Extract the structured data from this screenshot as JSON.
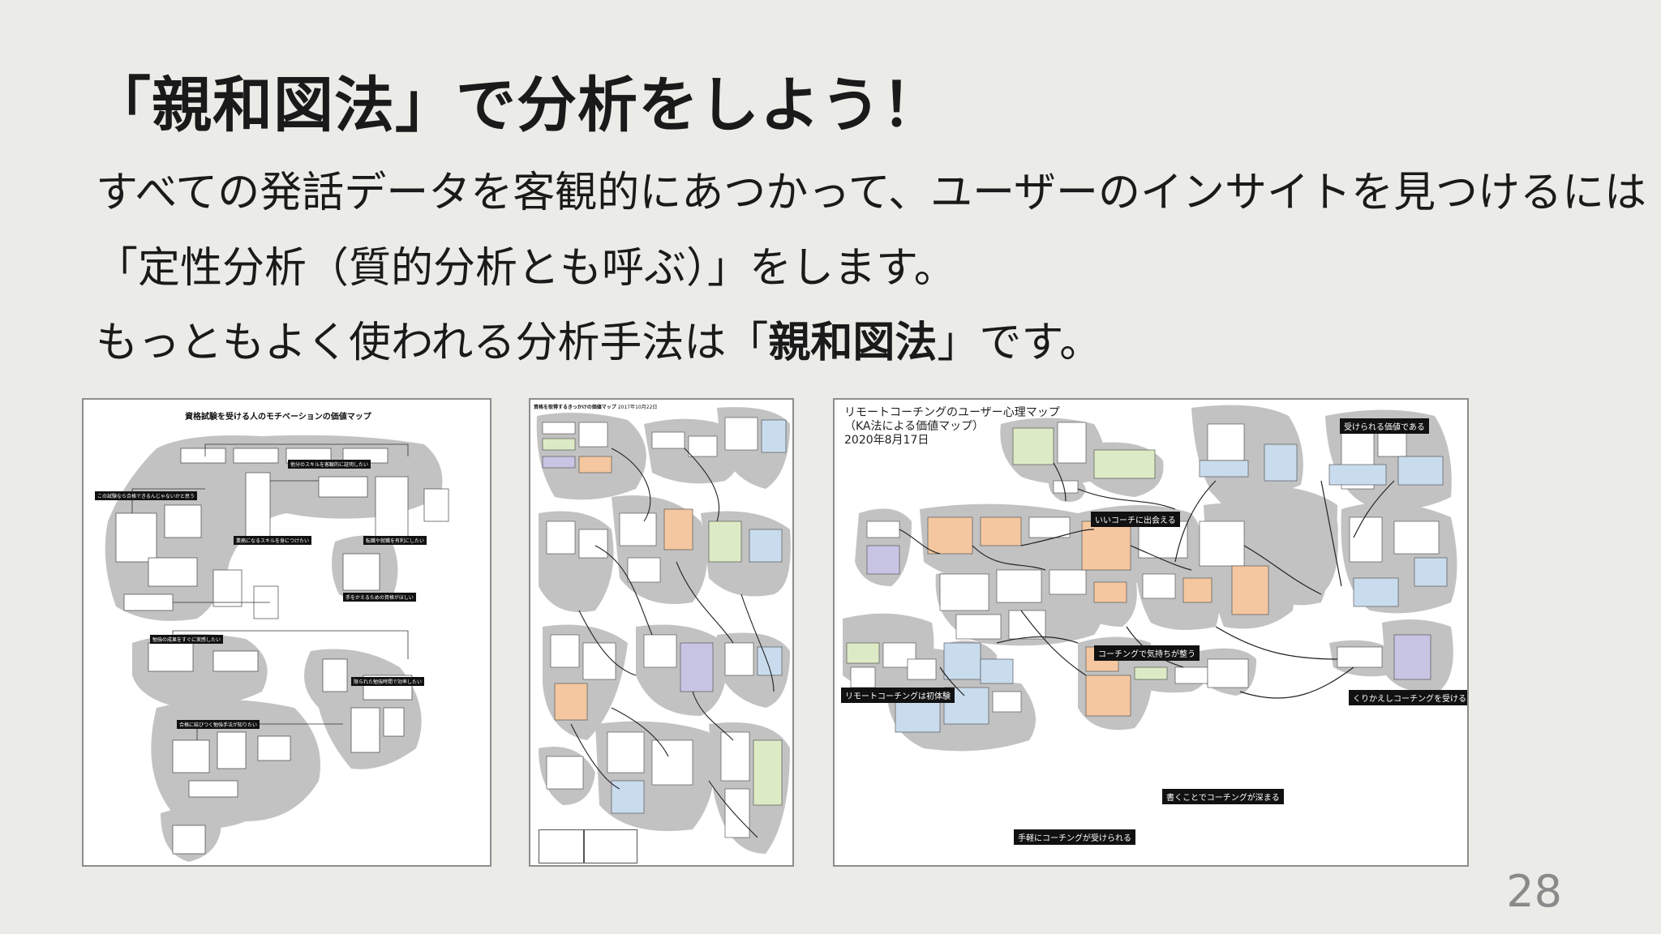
{
  "slide": {
    "title": "「親和図法」で分析をしよう！",
    "line1": "すべての発話データを客観的にあつかって、ユーザーのインサイトを見つけるには",
    "line2": "「定性分析（質的分析とも呼ぶ）」をします。",
    "line3_pre": "もっともよく使われる分析手法は「",
    "line3_em": "親和図法",
    "line3_post": "」です。",
    "page_number": "28"
  },
  "figure1": {
    "title": "資格試験を受ける人のモチベーションの価値マップ",
    "tags": [
      "他分のスキルを客観的に証明したい",
      "この試験なら合格できるんじゃないかと思う",
      "業務になるスキルを身につけたい",
      "転職や就職を有利にしたい",
      "手をかえるための資格がほしい",
      "勉強の成果をすぐに実感したい",
      "限られた勉強時間で効率したい",
      "合格に結びつく勉強手法が知りたい"
    ]
  },
  "figure2": {
    "title": "資格を取得するきっかけの価値マップ",
    "date": "2017年10月22日"
  },
  "figure3": {
    "title_line1": "リモートコーチングのユーザー心理マップ",
    "title_line2": "（KA法による価値マップ）",
    "title_line3": "2020年8月17日",
    "tags": [
      "受けられる価値である",
      "いいコーチに出会える",
      "コーチングで気持ちが整う",
      "リモートコーチングは初体験",
      "くりかえしコーチングを受ける",
      "書くことでコーチングが深まる",
      "手軽にコーチングが受けられる"
    ]
  },
  "colors": {
    "background": "#ebebe7",
    "cluster_gray": "#c2c2c2",
    "accent_orange": "#f4c7a1",
    "accent_blue": "#c9dcee",
    "accent_green": "#dcebc5",
    "accent_purple": "#c8c4e4"
  }
}
